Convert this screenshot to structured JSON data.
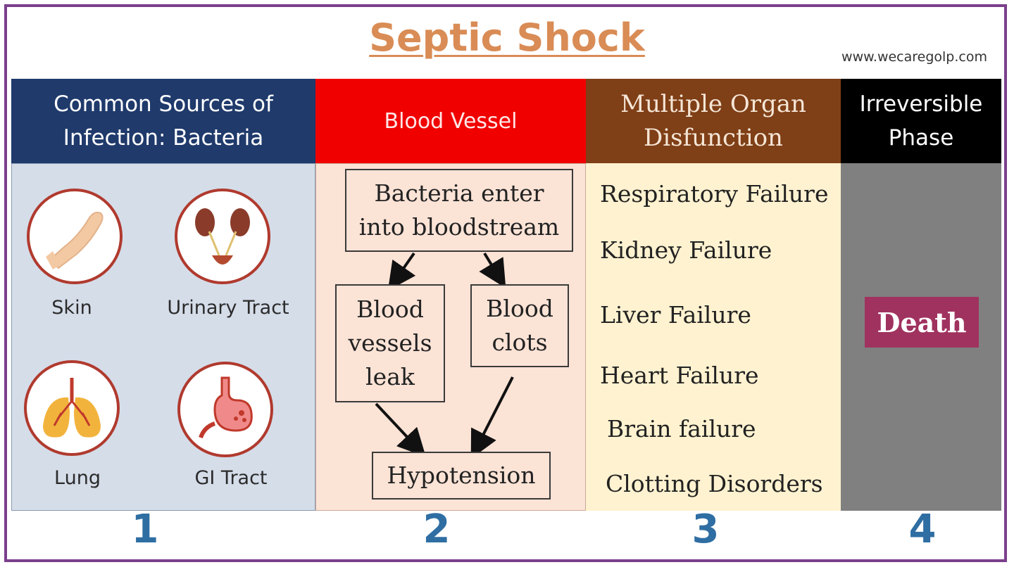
{
  "title": "Septic Shock",
  "website": "www.wecaregolp.com",
  "columns": [
    {
      "header_line1": "Common Sources of",
      "header_line2": "Infection: Bacteria",
      "number": "1"
    },
    {
      "header_line1": "Blood Vessel",
      "number": "2"
    },
    {
      "header_line1": "Multiple Organ",
      "header_line2": "Disfunction",
      "number": "3"
    },
    {
      "header_line1": "Irreversible",
      "header_line2": "Phase",
      "number": "4"
    }
  ],
  "sources": [
    {
      "label": "Skin",
      "icon": "arm-icon"
    },
    {
      "label": "Urinary Tract",
      "icon": "kidneys-icon"
    },
    {
      "label": "Lung",
      "icon": "lungs-icon"
    },
    {
      "label": "GI Tract",
      "icon": "stomach-icon"
    }
  ],
  "flow": {
    "enter_line1": "Bacteria enter",
    "enter_line2": "into bloodstream",
    "leak_line1": "Blood",
    "leak_line2": "vessels",
    "leak_line3": "leak",
    "clots_line1": "Blood",
    "clots_line2": "clots",
    "hypotension": "Hypotension"
  },
  "organs": [
    "Respiratory Failure",
    "Kidney Failure",
    "Liver Failure",
    "Heart Failure",
    "Brain failure",
    "Clotting Disorders"
  ],
  "final": "Death",
  "colors": {
    "frame": "#7b3f8c",
    "title": "#d98c55",
    "col1_header": "#1f3a6b",
    "col2_header": "#f10000",
    "col3_header": "#7f3f17",
    "col4_header": "#000000",
    "death_box": "#a0325f",
    "numbers": "#2f6ea3"
  }
}
